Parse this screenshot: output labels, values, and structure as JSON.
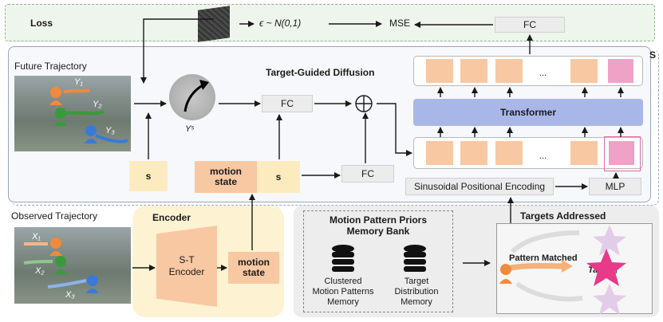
{
  "loss": {
    "label": "Loss",
    "noise_formula": "ϵ ~ N(0,1)",
    "mse": "MSE",
    "fc": "FC"
  },
  "future": {
    "label": "Future Trajectory",
    "y1": "Y₁",
    "y2": "Y₂",
    "y3": "Y₃"
  },
  "diffusion": {
    "title": "Target-Guided Diffusion",
    "ys_label": "Yˢ",
    "fc_center": "FC",
    "fc_right": "FC",
    "s_left": "s",
    "s_right": "s",
    "motion_state": "motion\nstate",
    "s_corner": "S"
  },
  "transformer": {
    "label": "Transformer",
    "dots_top": "...",
    "dots_bottom": "...",
    "sinusoidal": "Sinusoidal Positional Encoding",
    "mlp": "MLP"
  },
  "observed": {
    "label": "Observed Trajectory",
    "x1": "X₁",
    "x2": "X₂",
    "x3": "X₃"
  },
  "encoder": {
    "title": "Encoder",
    "st_encoder": "S-T\nEncoder",
    "motion_state": "motion\nstate"
  },
  "memory": {
    "title": "Motion Pattern Priors\nMemory Bank",
    "clustered": "Clustered\nMotion Patterns\nMemory",
    "target_dist": "Target\nDistribution\nMemory"
  },
  "targets": {
    "title": "Targets Addressed",
    "pattern_matched": "Pattern Matched",
    "target1": "Target₁"
  },
  "colors": {
    "peach": "#f8c8a2",
    "pink": "#f0a2c6",
    "transformer_blue": "#a9b7e8",
    "cream": "#fdf3d3",
    "loss_green": "#eef5ec"
  }
}
